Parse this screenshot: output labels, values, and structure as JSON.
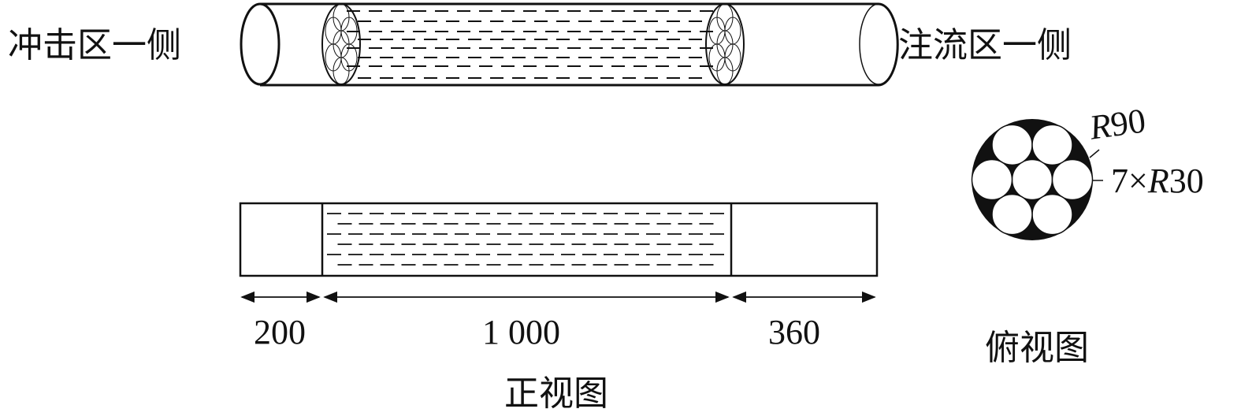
{
  "labels": {
    "impact_side": "冲击区一侧",
    "injection_side": "注流区一侧",
    "front_view": "正视图",
    "top_view": "俯视图"
  },
  "dimensions": {
    "left": "200",
    "middle": "1 000",
    "right": "360"
  },
  "annotations": {
    "outer_radius_prefix": "R",
    "outer_radius_value": "90",
    "inner_count": "7×",
    "inner_radius_prefix": "R",
    "inner_radius_value": "30"
  },
  "colors": {
    "stroke": "#111111",
    "fill": "#111111",
    "background": "#ffffff"
  }
}
